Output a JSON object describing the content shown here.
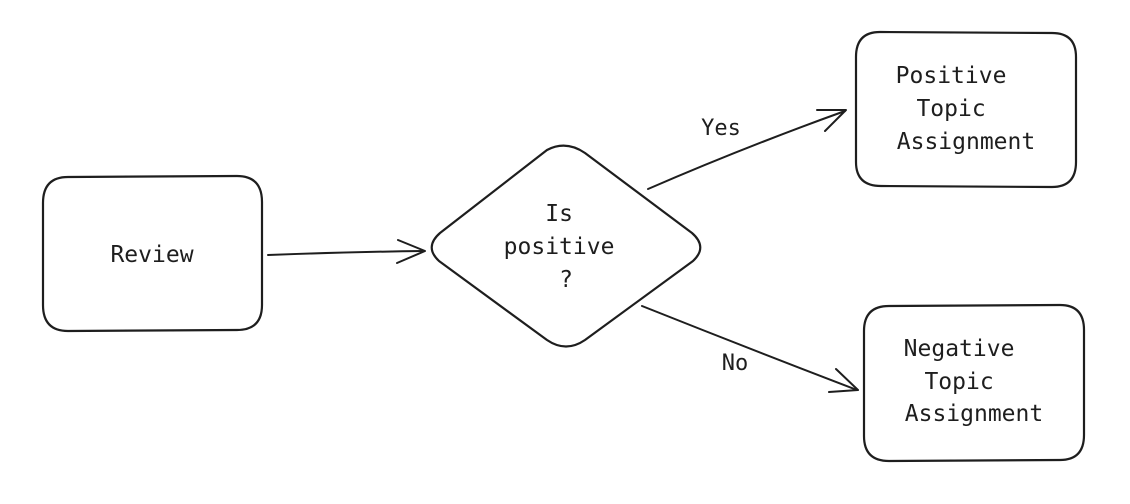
{
  "colors": {
    "start_fill": "#c9f2d5",
    "start_hatch": "#6fd694",
    "decision_fill": "#fdf3b8",
    "decision_hatch": "#f0d259",
    "outcome_fill": "#f8d7d9",
    "outcome_hatch": "#ea9aa2",
    "stroke": "#1e1e1e"
  },
  "nodes": {
    "review": {
      "shape": "rounded-rectangle",
      "lines": [
        "Review"
      ]
    },
    "decision": {
      "shape": "diamond",
      "lines": [
        "Is",
        "positive",
        "?"
      ]
    },
    "positive": {
      "shape": "rounded-rectangle",
      "lines": [
        "Positive",
        "Topic",
        "Assignment"
      ]
    },
    "negative": {
      "shape": "rounded-rectangle",
      "lines": [
        "Negative",
        "Topic",
        "Assignment"
      ]
    }
  },
  "edges": {
    "review_to_decision": {
      "from": "review",
      "to": "decision",
      "label": ""
    },
    "yes": {
      "from": "decision",
      "to": "positive",
      "label": "Yes"
    },
    "no": {
      "from": "decision",
      "to": "negative",
      "label": "No"
    }
  }
}
